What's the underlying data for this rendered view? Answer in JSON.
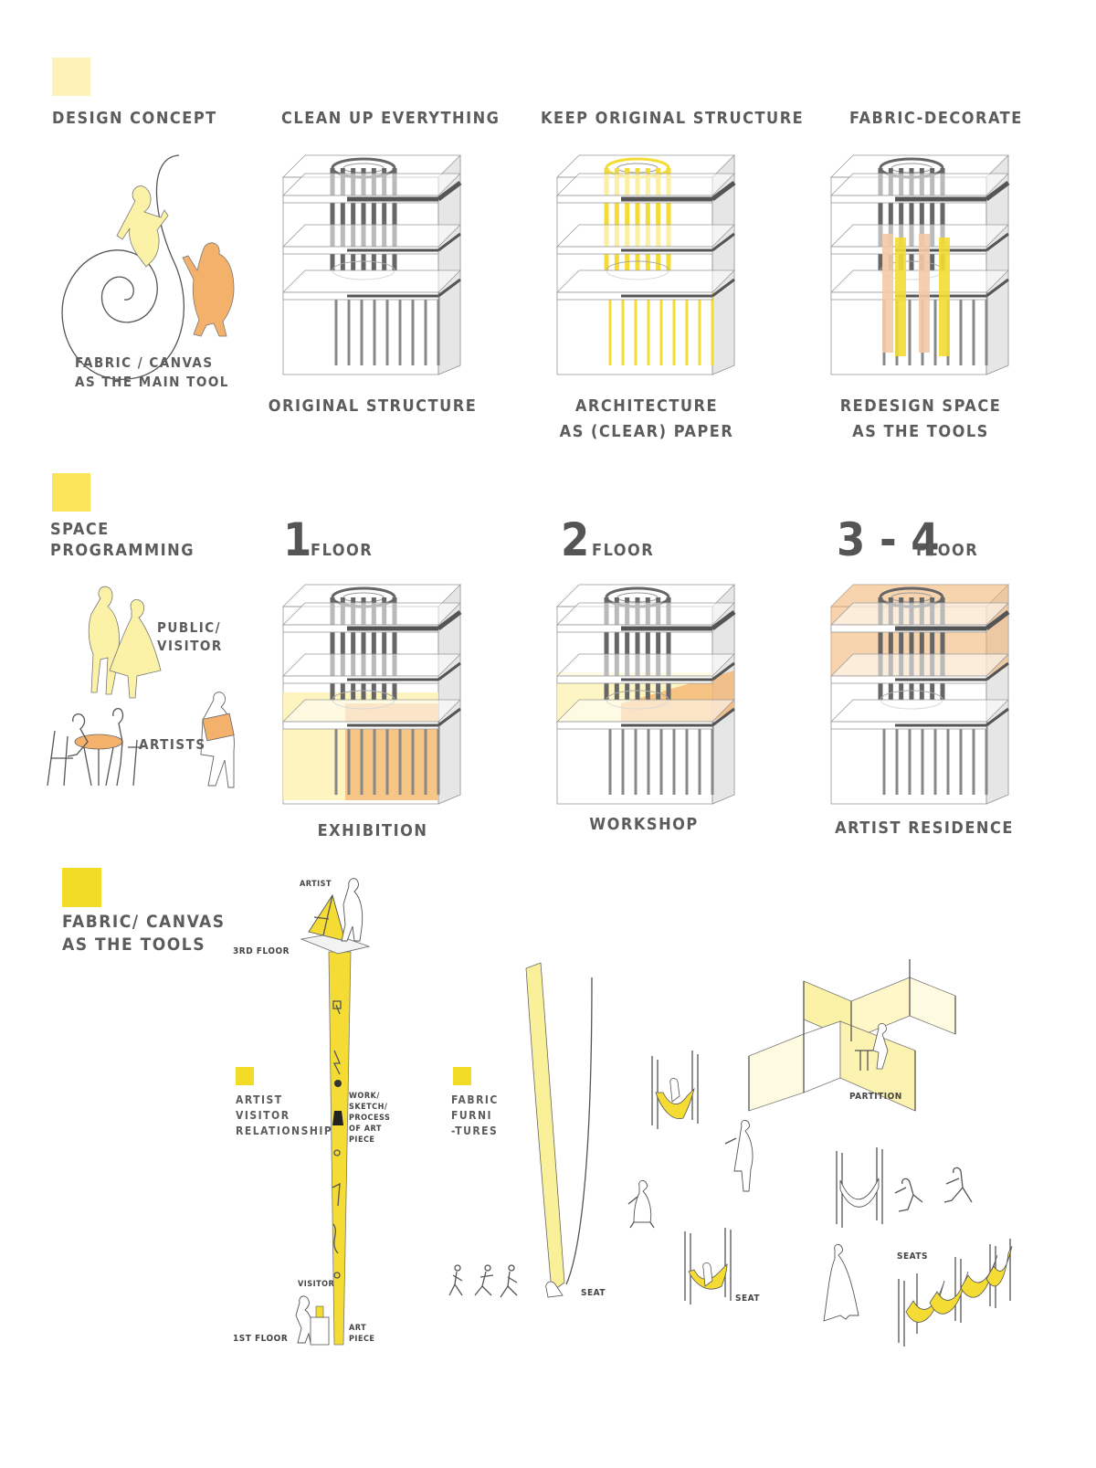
{
  "colors": {
    "swatch_light": "#fdf3b8",
    "swatch_mid": "#f9e45a",
    "swatch_strong": "#f3dc26",
    "orange": "#f3b16c",
    "yellow_fabric": "#f4dc34",
    "column_dark": "#666666",
    "side_wall": "#e6e6e6"
  },
  "concept": {
    "section_title": "DESIGN CONCEPT",
    "caption_1": "FABRIC / CANVAS",
    "caption_2": "AS THE MAIN TOOL",
    "columns": [
      {
        "title": "CLEAN UP EVERYTHING",
        "caption": [
          "ORIGINAL STRUCTURE"
        ]
      },
      {
        "title": "KEEP ORIGINAL STRUCTURE",
        "caption": [
          "ARCHITECTURE",
          "AS (CLEAR) PAPER"
        ]
      },
      {
        "title": "FABRIC-DECORATE",
        "caption": [
          "REDESIGN SPACE",
          "AS THE TOOLS"
        ]
      }
    ]
  },
  "programming": {
    "section_title_1": "SPACE",
    "section_title_2": "PROGRAMMING",
    "label_public_1": "PUBLIC/",
    "label_public_2": "VISITOR",
    "label_artists": "ARTISTS",
    "floors": [
      {
        "number": "1",
        "unit": "FLOOR",
        "caption": "EXHIBITION"
      },
      {
        "number": "2",
        "unit": "FLOOR",
        "caption": "WORKSHOP"
      },
      {
        "number": "3 - 4",
        "unit": "FLOOR",
        "caption": "ARTIST RESIDENCE"
      }
    ]
  },
  "tools": {
    "section_title_1": "FABRIC/ CANVAS",
    "section_title_2": "AS THE TOOLS",
    "relationship": {
      "title": [
        "ARTIST",
        "VISITOR",
        "RELATIONSHIP"
      ],
      "artist": "ARTIST",
      "floor_3": "3RD FLOOR",
      "floor_1": "1ST FLOOR",
      "visitor": "VISITOR",
      "work_note": [
        "WORK/",
        "SKETCH/",
        "PROCESS",
        "OF ART",
        "PIECE"
      ],
      "art_piece": [
        "ART",
        "PIECE"
      ]
    },
    "furniture": {
      "title": [
        "FABRIC",
        "FURNI",
        "-TURES"
      ],
      "seat_1": "SEAT",
      "seat_2": "SEAT",
      "partition": "PARTITION",
      "seats": "SEATS"
    }
  }
}
